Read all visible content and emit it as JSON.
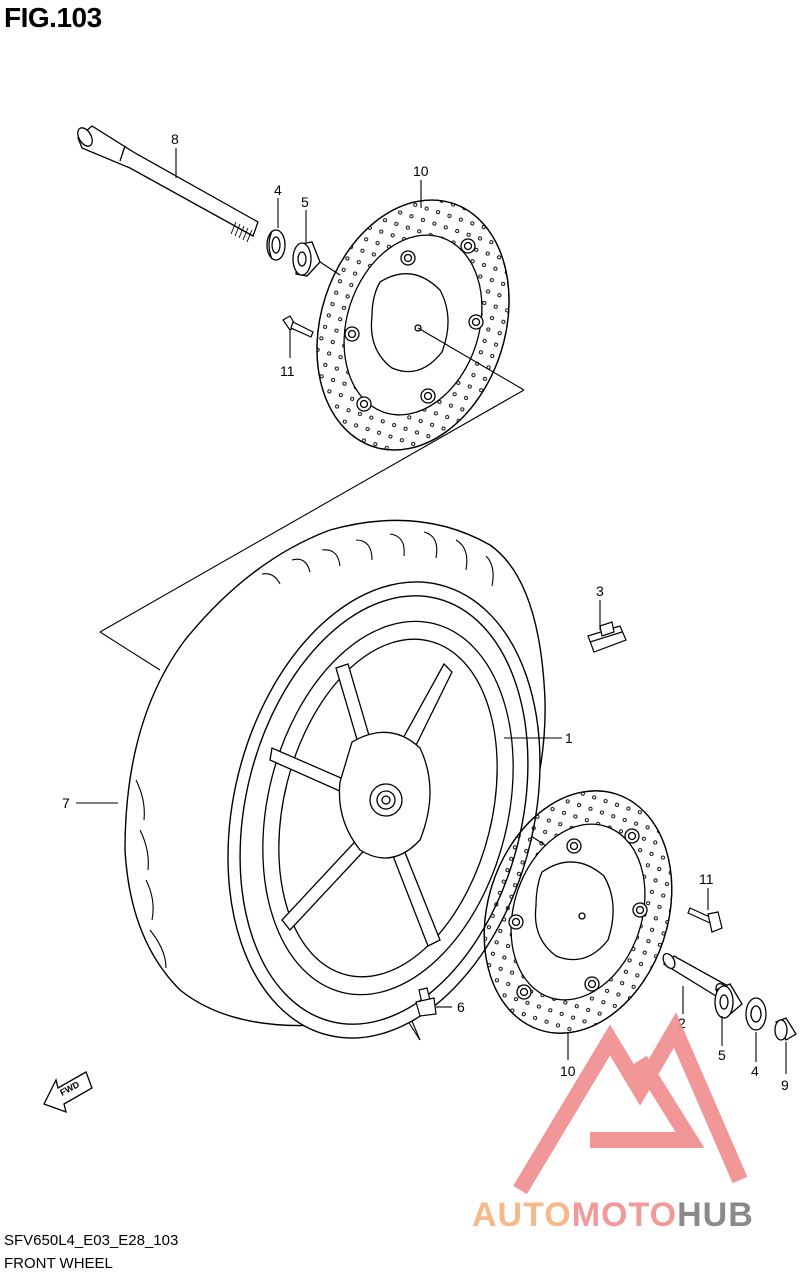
{
  "figure": {
    "title": "FIG.103",
    "model_code": "SFV650L4_E03_E28_103",
    "section_name": "FRONT WHEEL"
  },
  "callouts": {
    "c1": "1",
    "c2": "2",
    "c3": "3",
    "c4a": "4",
    "c4b": "4",
    "c5a": "5",
    "c5b": "5",
    "c6": "6",
    "c7": "7",
    "c8": "8",
    "c9": "9",
    "c10a": "10",
    "c10b": "10",
    "c11a": "11",
    "c11b": "11"
  },
  "direction_tag": "FWD",
  "watermark": {
    "part1": "AUTO",
    "part2": "MOTO",
    "part3": "HUB",
    "colors": {
      "auto": "#f7b98a",
      "moto": "#f29a9a",
      "hub": "#8a8a8a",
      "logo": "#f08c8c"
    }
  }
}
